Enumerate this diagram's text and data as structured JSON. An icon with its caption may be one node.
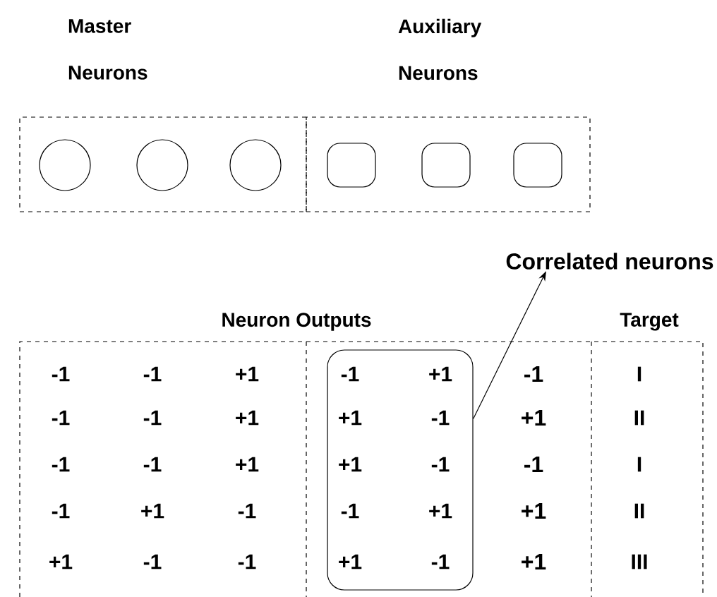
{
  "diagram": {
    "nodes": [
      {
        "text": [
          "Master Neurons"
        ]
      },
      {
        "text": [
          "Auxiliary Neurons"
        ]
      },
      {
        "text": [],
        "shape": "circle",
        "in": 0
      },
      {
        "text": [],
        "shape": "circle",
        "in": 0
      },
      {
        "text": [],
        "shape": "circle",
        "in": 0
      },
      {
        "text": [],
        "shape": "box",
        "in": 1
      },
      {
        "text": [],
        "shape": "box",
        "in": 1
      },
      {
        "text": [],
        "shape": "box",
        "in": 1
      },
      {
        "text": [
          "Correlated neurons"
        ]
      },
      {
        "text": [
          "-1",
          "+1",
          "+1",
          "-1",
          "+1",
          "-1",
          "-1",
          "+1",
          "+1",
          "-1"
        ]
      }
    ],
    "edges": [
      {
        "from": 9,
        "to": 8,
        "arrow": "to"
      }
    ],
    "labels": [
      "Neuron Outputs",
      "Target",
      "-1",
      "-1",
      "+1",
      "-1",
      "I",
      "-1",
      "-1",
      "+1",
      "+1",
      "II",
      "-1",
      "-1",
      "+1",
      "-1",
      "I",
      "-1",
      "+1",
      "-1",
      "+1",
      "II",
      "+1",
      "-1",
      "-1",
      "+1",
      "III"
    ]
  }
}
